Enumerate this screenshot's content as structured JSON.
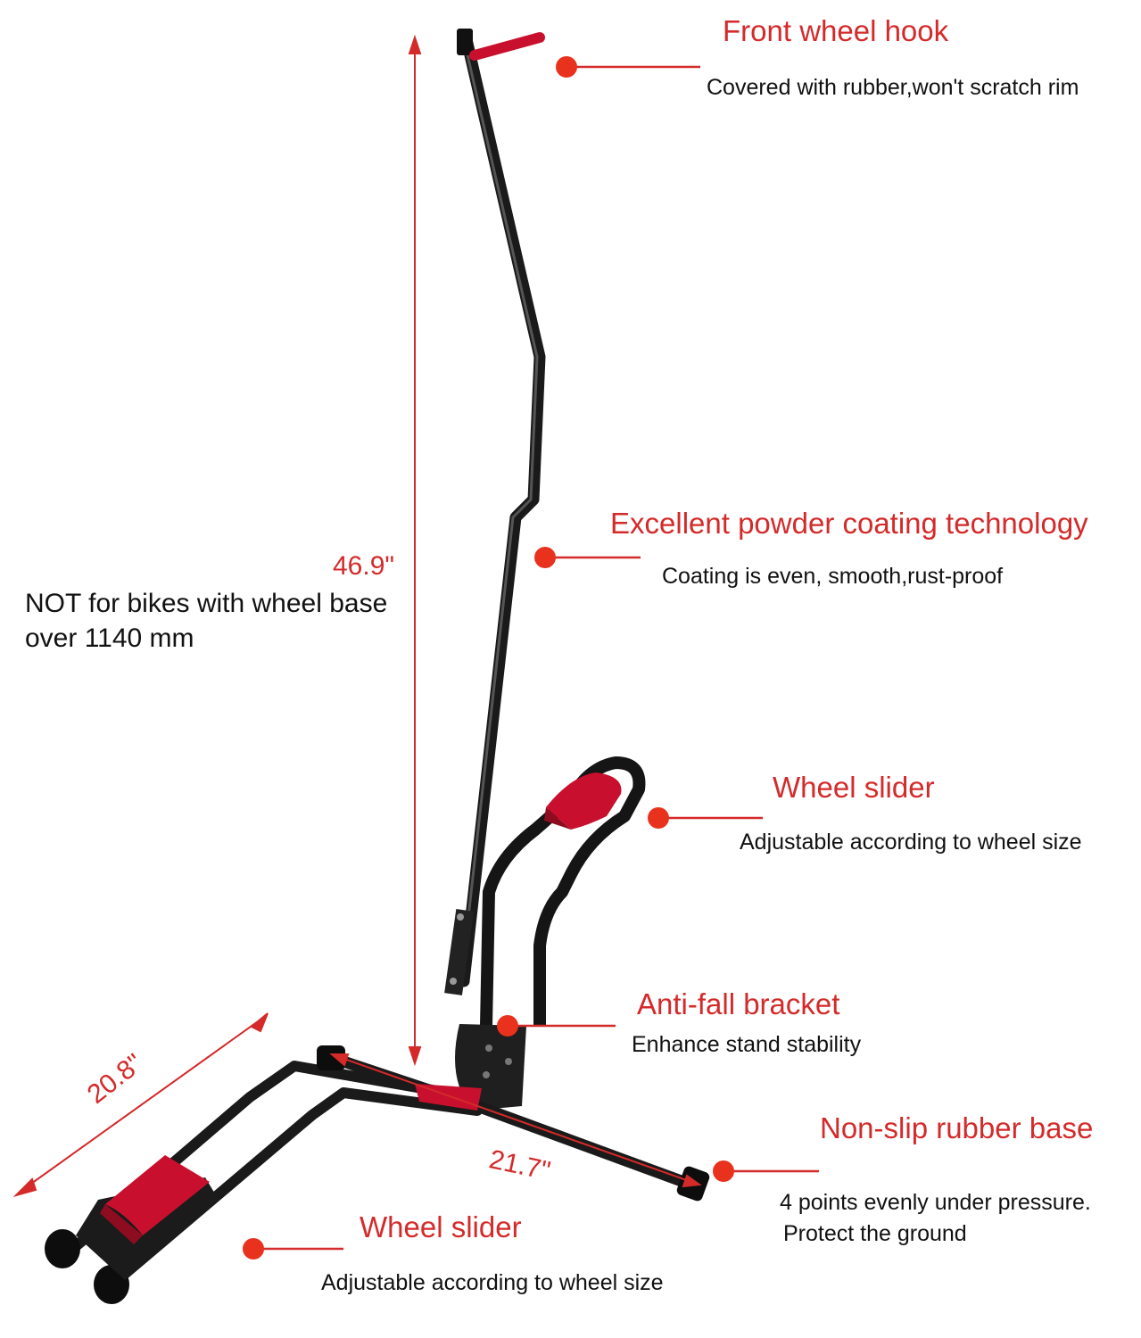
{
  "accent_color": "#d42a2a",
  "features": [
    {
      "title": "Front wheel hook",
      "desc": "Covered with rubber,won't scratch rim"
    },
    {
      "title": "Excellent powder coating technology",
      "desc": "Coating is even, smooth,rust-proof"
    },
    {
      "title": "Wheel slider",
      "desc": "Adjustable according to wheel size"
    },
    {
      "title": "Anti-fall bracket",
      "desc": "Enhance stand stability"
    },
    {
      "title": "Non-slip rubber base",
      "desc": "4 points evenly under pressure.",
      "desc2": "Protect the ground"
    },
    {
      "title": "Wheel slider",
      "desc": "Adjustable according to wheel size"
    }
  ],
  "dimensions": {
    "height": "46.9\"",
    "depth": "20.8\"",
    "width": "21.7\""
  },
  "note": "NOT for bikes with wheel base over 1140 mm"
}
